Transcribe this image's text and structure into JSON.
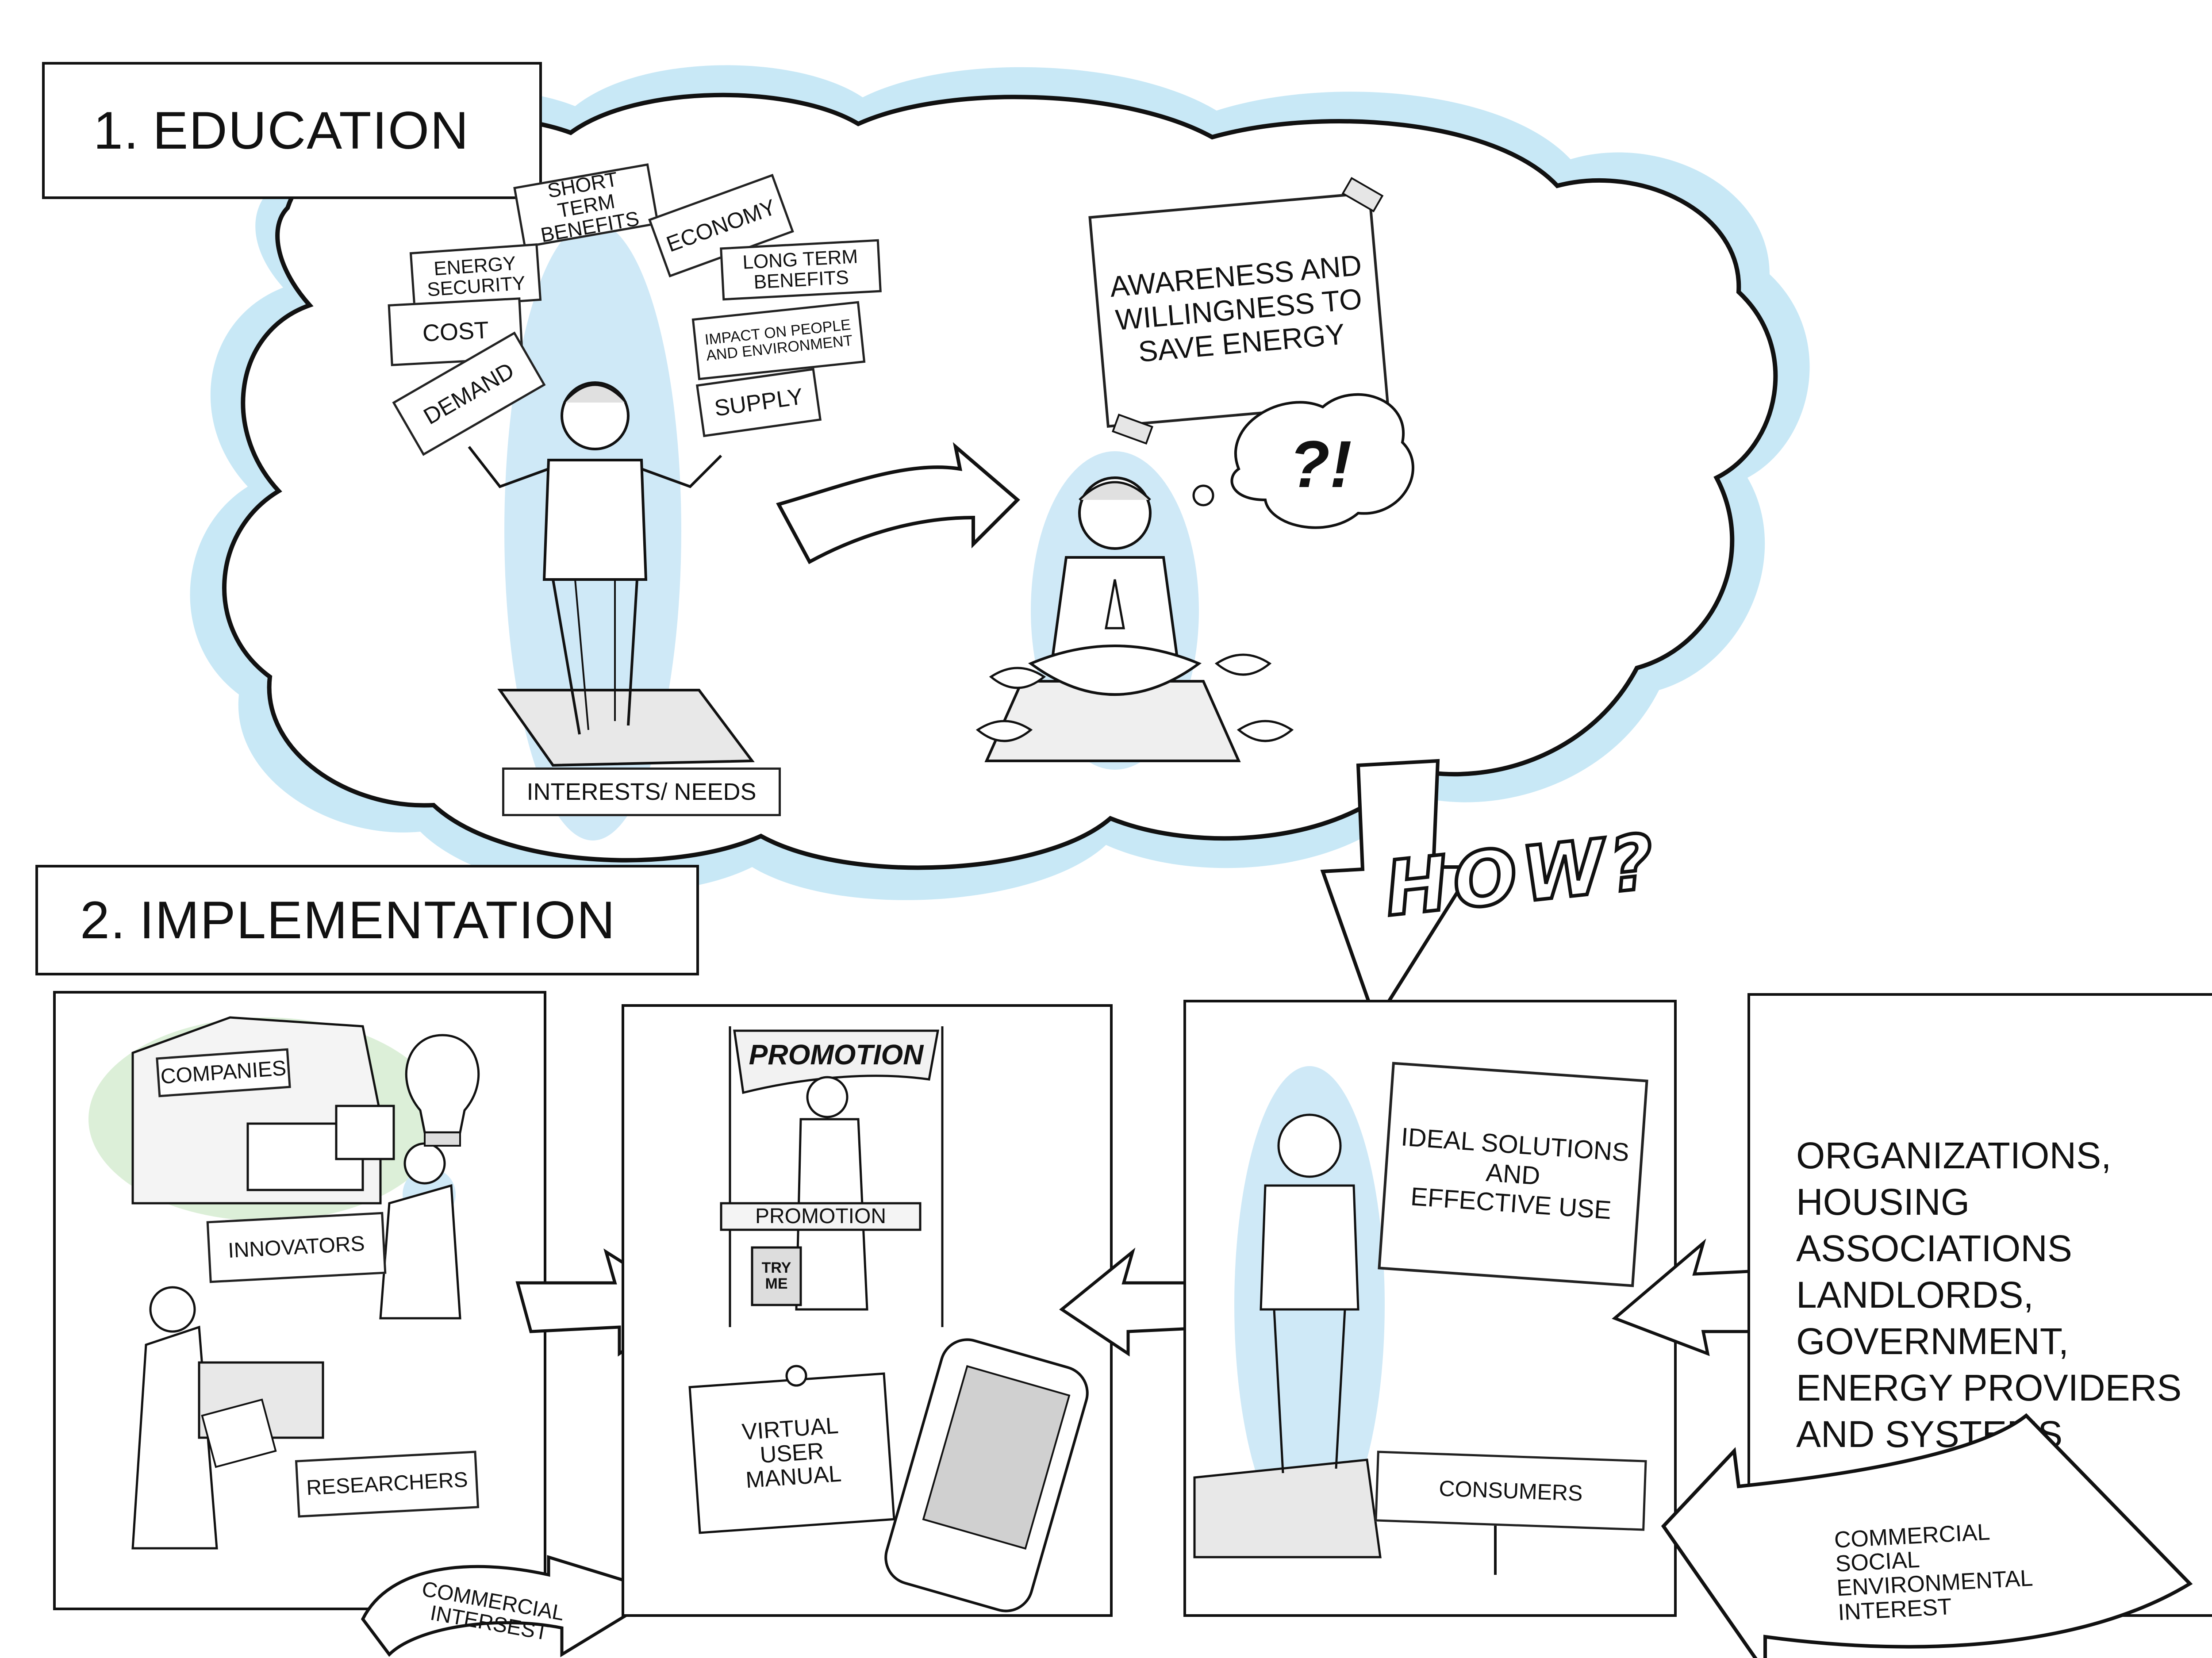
{
  "sections": {
    "education": {
      "number": "1.",
      "title": "EDUCATION"
    },
    "implementation": {
      "number": "2.",
      "title": "IMPLEMENTATION"
    }
  },
  "education": {
    "boxes": [
      "SHORT TERM BENEFITS",
      "ECONOMY",
      "ENERGY SECURITY",
      "LONG TERM BENEFITS",
      "COST",
      "IMPACT ON PEOPLE AND ENVIRONMENT",
      "DEMAND",
      "SUPPLY"
    ],
    "base_label": "INTERESTS/ NEEDS",
    "awareness_note": "AWARENESS AND\nWILLINGNESS TO\nSAVE ENERGY",
    "thought_bubble": "?!",
    "how_label": "HOW?"
  },
  "implementation": {
    "panel1": {
      "companies_sign": "COMPANIES",
      "innovators_sign": "INNOVATORS",
      "researchers_sign": "RESEARCHERS",
      "arrow_label": "COMMERCIAL\nINTERSEST"
    },
    "panel2": {
      "banner": "PROMOTION",
      "counter_sign": "PROMOTION",
      "try_me": "TRY\nME",
      "manual_note": "VIRTUAL\nUSER\nMANUAL"
    },
    "panel3": {
      "solutions_note": "IDEAL SOLUTIONS\nAND\nEFFECTIVE USE",
      "consumers_sign": "CONSUMERS"
    },
    "panel4": {
      "stakeholders": "ORGANIZATIONS,\nHOUSING ASSOCIATIONS\nLANDLORDS,\nGOVERNMENT,\nENERGY PROVIDERS\nAND SYSTEMS",
      "arrow_label": "COMMERCIAL\nSOCIAL\nENVIRONMENTAL\nINTEREST"
    }
  },
  "colors": {
    "outline": "#111111",
    "cloud_glow": "#c8e8f6",
    "halo": "#cfe9f7",
    "shade": "#d9d9d9"
  }
}
